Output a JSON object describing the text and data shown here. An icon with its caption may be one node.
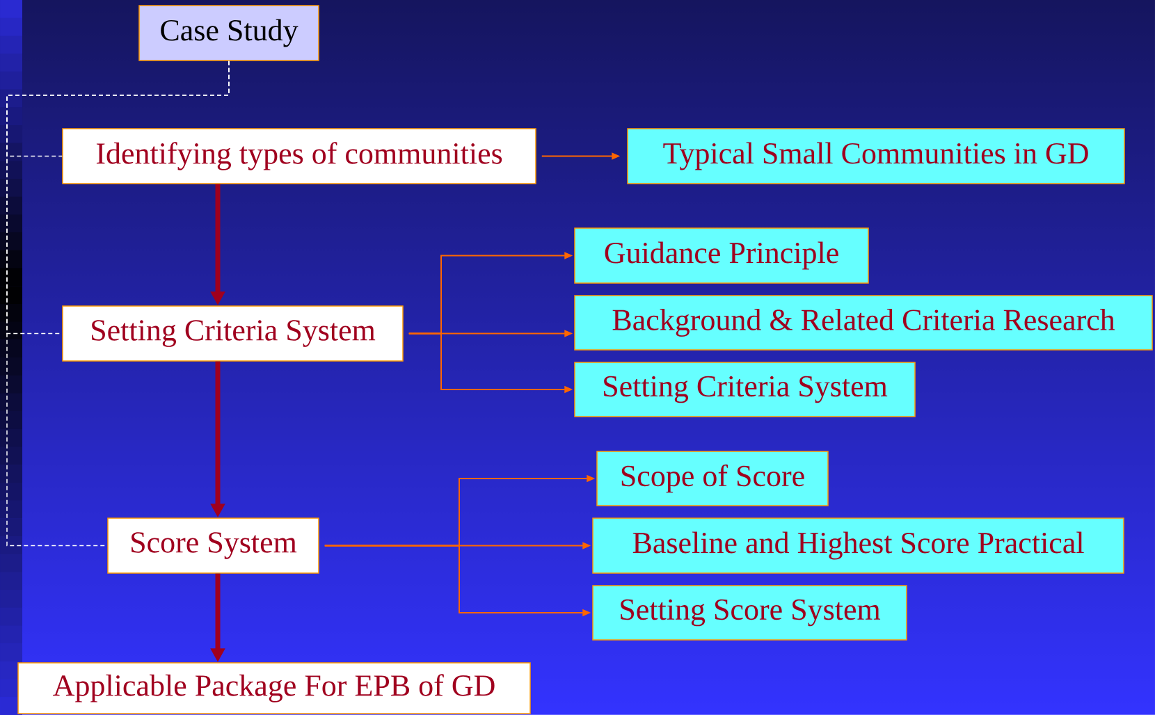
{
  "diagram": {
    "nodes": [
      {
        "text": [
          "Case Study"
        ]
      },
      {
        "text": [
          "Identifying types of communities"
        ]
      },
      {
        "text": [
          "Typical Small Communities in GD"
        ]
      },
      {
        "text": [
          "Setting Criteria System"
        ]
      },
      {
        "text": [
          "Guidance Principle"
        ]
      },
      {
        "text": [
          "Background & Related Criteria Research"
        ]
      },
      {
        "text": [
          "Setting Criteria System"
        ]
      },
      {
        "text": [
          "Scope of Score"
        ]
      },
      {
        "text": [
          "Baseline and Highest Score Practical"
        ]
      },
      {
        "text": [
          "Setting Score System"
        ]
      },
      {
        "text": [
          "Score System"
        ]
      },
      {
        "text": [
          "Applicable Package For EPB of GD"
        ]
      }
    ],
    "edges": [
      {
        "from": 0,
        "to": 1,
        "arrow": "none",
        "style": "dashed",
        "color": "#ffffff"
      },
      {
        "from": 0,
        "to": 3,
        "arrow": "none",
        "style": "dashed",
        "color": "#ffffff"
      },
      {
        "from": 0,
        "to": 10,
        "arrow": "none",
        "style": "dashed",
        "color": "#ffffff"
      },
      {
        "from": 1,
        "to": 2,
        "arrow": "to"
      },
      {
        "from": 1,
        "to": 3,
        "arrow": "to",
        "style": "thick",
        "color": "#a0001e"
      },
      {
        "from": 3,
        "to": 4,
        "arrow": "to"
      },
      {
        "from": 3,
        "to": 5,
        "arrow": "to"
      },
      {
        "from": 3,
        "to": 6,
        "arrow": "to"
      },
      {
        "from": 3,
        "to": 10,
        "arrow": "to",
        "style": "thick",
        "color": "#a0001e"
      },
      {
        "from": 10,
        "to": 7,
        "arrow": "to"
      },
      {
        "from": 10,
        "to": 8,
        "arrow": "to"
      },
      {
        "from": 10,
        "to": 9,
        "arrow": "to"
      },
      {
        "from": 10,
        "to": 11,
        "arrow": "to",
        "style": "thick",
        "color": "#a0001e"
      }
    ]
  }
}
